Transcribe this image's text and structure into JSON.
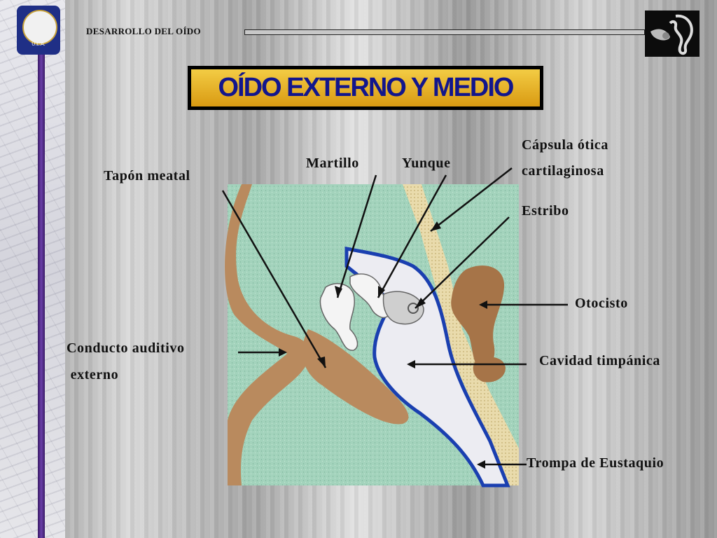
{
  "header": {
    "section": "DESARROLLO DEL OÍDO"
  },
  "logo": {
    "text": "U.L.A."
  },
  "title": "OÍDO EXTERNO Y MEDIO",
  "labels": {
    "tapon": "Tapón meatal",
    "martillo": "Martillo",
    "yunque": "Yunque",
    "capsula_1": "Cápsula ótica",
    "capsula_2": "cartilaginosa",
    "estribo": "Estribo",
    "otocisto": "Otocisto",
    "conducto_1": "Conducto auditivo",
    "conducto_2": " externo",
    "cavidad": "Cavidad timpánica",
    "trompa": "Trompa de Eustaquio"
  },
  "colors": {
    "mesenchyme": "#9fcfb8",
    "ectoderm": "#b8885a",
    "endoderm_outline": "#1a3fb0",
    "cavity": "#ececf2",
    "cartilage": "#e6d7a6",
    "title_text": "#12168c",
    "title_bg": "#e8b62a"
  },
  "icons": [
    "ear-icon",
    "university-seal-icon"
  ]
}
